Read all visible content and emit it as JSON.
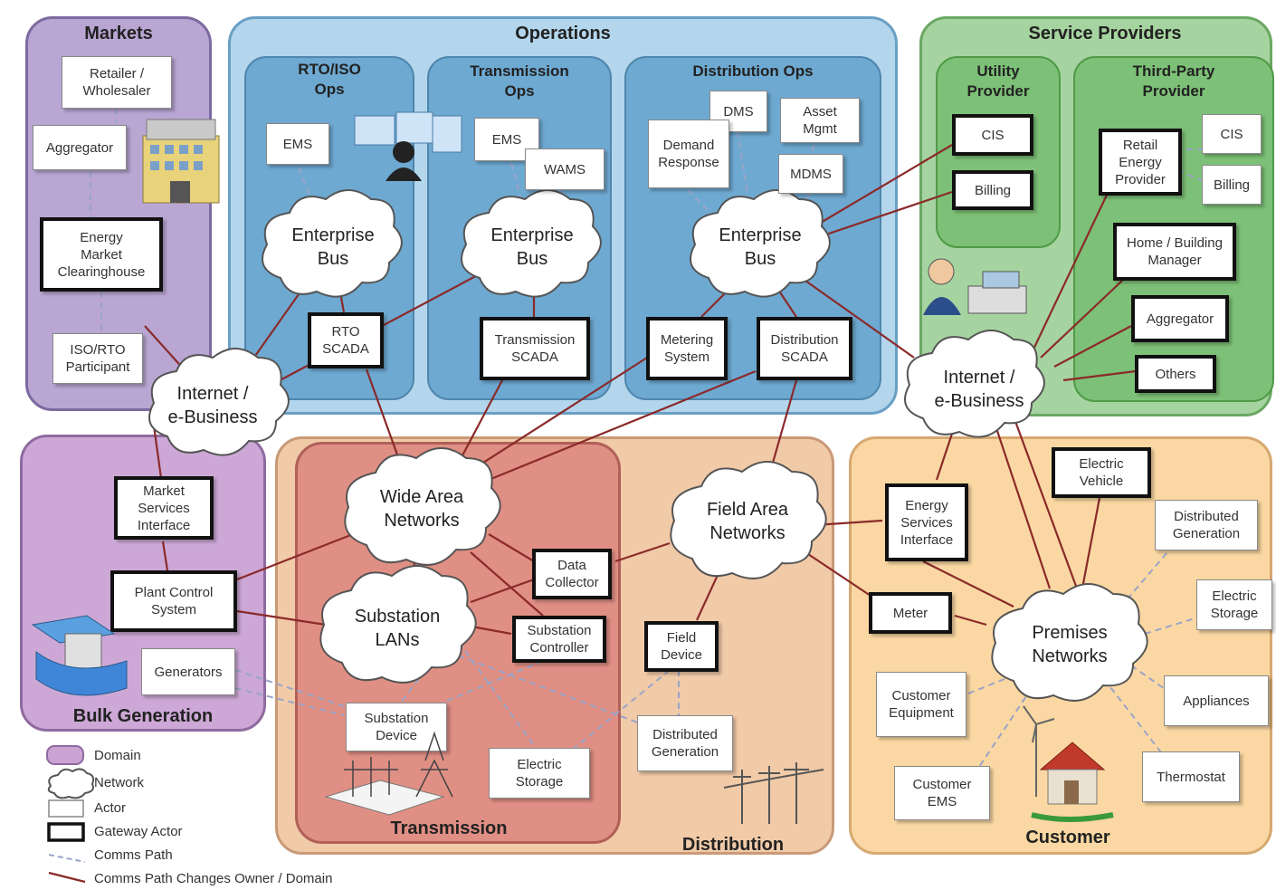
{
  "domains": {
    "markets": "Markets",
    "operations": "Operations",
    "service_providers": "Service Providers",
    "bulk_generation": "Bulk Generation",
    "transmission": "Transmission",
    "distribution": "Distribution",
    "customer": "Customer"
  },
  "subdomains": {
    "rto_iso_ops": "RTO/ISO\nOps",
    "transmission_ops": "Transmission\nOps",
    "distribution_ops": "Distribution Ops",
    "utility_provider": "Utility\nProvider",
    "third_party_provider": "Third-Party\nProvider"
  },
  "networks": {
    "internet_left": "Internet /\ne-Business",
    "internet_right": "Internet /\ne-Business",
    "bus_rto": "Enterprise\nBus",
    "bus_trans": "Enterprise\nBus",
    "bus_dist": "Enterprise\nBus",
    "wan": "Wide Area\nNetworks",
    "substation_lans": "Substation\nLANs",
    "fan": "Field Area\nNetworks",
    "premises": "Premises\nNetworks"
  },
  "actors": {
    "retailer": "Retailer /\nWholesaler",
    "aggregator_markets": "Aggregator",
    "emc": "Energy\nMarket\nClearinghouse",
    "iso_rto_participant": "ISO/RTO\nParticipant",
    "ems_rto": "EMS",
    "rto_scada": "RTO\nSCADA",
    "ems_trans": "EMS",
    "wams": "WAMS",
    "trans_scada": "Transmission\nSCADA",
    "dms": "DMS",
    "asset_mgmt": "Asset\nMgmt",
    "demand_response": "Demand\nResponse",
    "mdms": "MDMS",
    "metering_system": "Metering\nSystem",
    "dist_scada": "Distribution\nSCADA",
    "cis_utility": "CIS",
    "billing_utility": "Billing",
    "retail_energy_provider": "Retail\nEnergy\nProvider",
    "cis_third": "CIS",
    "billing_third": "Billing",
    "home_building_manager": "Home / Building\nManager",
    "aggregator_sp": "Aggregator",
    "others": "Others",
    "market_services_interface": "Market\nServices\nInterface",
    "plant_control_system": "Plant Control\nSystem",
    "generators": "Generators",
    "data_collector": "Data\nCollector",
    "substation_controller": "Substation\nController",
    "substation_device": "Substation\nDevice",
    "electric_storage_trans": "Electric\nStorage",
    "field_device": "Field\nDevice",
    "distributed_generation_dist": "Distributed\nGeneration",
    "energy_services_interface": "Energy\nServices\nInterface",
    "meter": "Meter",
    "electric_vehicle": "Electric\nVehicle",
    "distributed_generation_cust": "Distributed\nGeneration",
    "electric_storage_cust": "Electric\nStorage",
    "appliances": "Appliances",
    "thermostat": "Thermostat",
    "customer_equipment": "Customer\nEquipment",
    "customer_ems": "Customer\nEMS"
  },
  "legend": {
    "domain": "Domain",
    "network": "Network",
    "actor": "Actor",
    "gateway_actor": "Gateway Actor",
    "comms_path": "Comms Path",
    "comms_path_changes": "Comms Path Changes Owner / Domain"
  },
  "colors": {
    "markets": "#b9a6d3",
    "operations": "#a9cde6",
    "operations_sub": "#6aa6cf",
    "service_providers": "#a6d4a0",
    "service_sub": "#7fbf77",
    "bulk_generation": "#caa3d3",
    "transmission": "#e08f84",
    "distribution": "#f2c8a8",
    "customer": "#fbd9a3",
    "comms_path": "#9aa4c8",
    "comms_change": "#8b2a2a"
  }
}
